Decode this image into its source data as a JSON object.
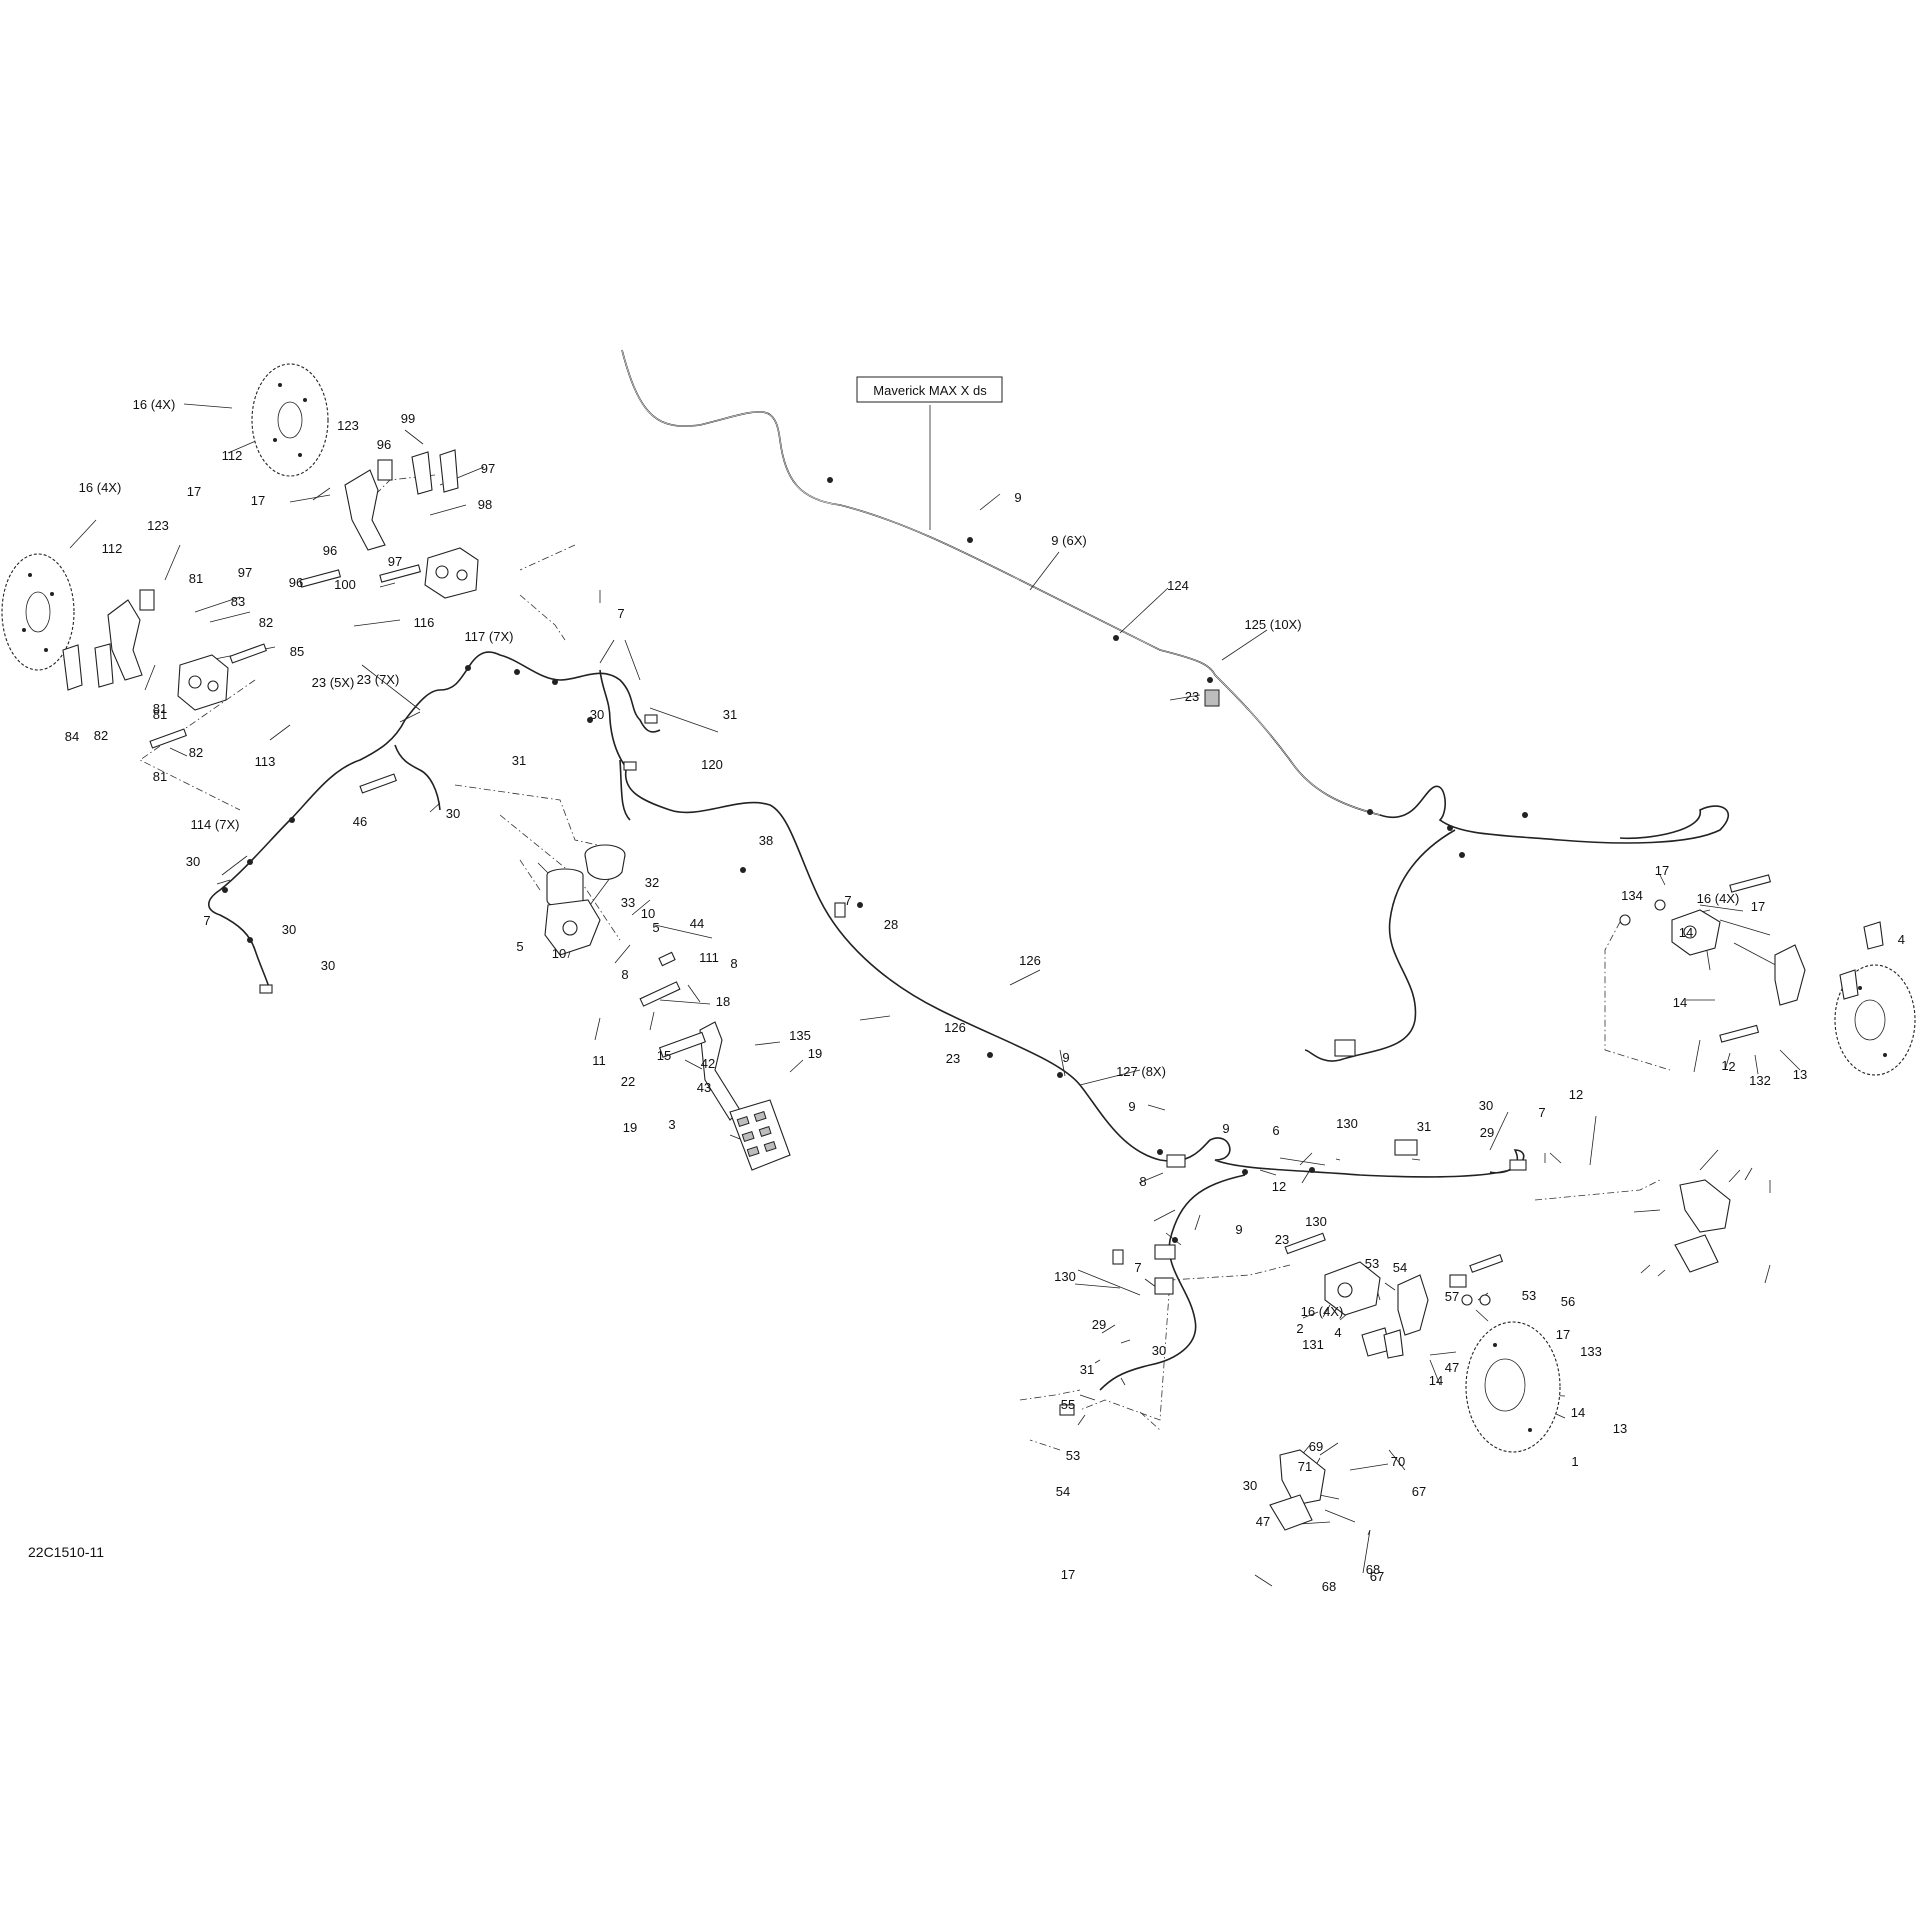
{
  "diagram": {
    "drawing_number": "22C1510-11",
    "model_note": "Maverick MAX X ds",
    "callouts": [
      "16 (4X)",
      "112",
      "99",
      "123",
      "96",
      "97",
      "17",
      "98",
      "16 (4X)",
      "123",
      "17",
      "112",
      "96",
      "97",
      "97",
      "96",
      "100",
      "81",
      "83",
      "82",
      "81",
      "85",
      "81",
      "84",
      "82",
      "82",
      "81",
      "116",
      "117 (7X)",
      "7",
      "23 (7X)",
      "23 (5X)",
      "31",
      "30",
      "120",
      "113",
      "114 (7X)",
      "46",
      "30",
      "30",
      "7",
      "30",
      "30",
      "31",
      "32",
      "33",
      "5",
      "5",
      "10",
      "10",
      "44",
      "8",
      "111",
      "18",
      "8",
      "135",
      "11",
      "22",
      "15",
      "42",
      "19",
      "3",
      "43",
      "19",
      "38",
      "7",
      "28",
      "9",
      "9 (6X)",
      "124",
      "125 (10X)",
      "23",
      "126",
      "126",
      "9",
      "127 (8X)",
      "23",
      "9",
      "9",
      "12",
      "6",
      "130",
      "130",
      "31",
      "30",
      "29",
      "7",
      "12",
      "8",
      "9",
      "23",
      "130",
      "7",
      "29",
      "31",
      "30",
      "55",
      "53",
      "54",
      "17",
      "53",
      "54",
      "57",
      "53",
      "56",
      "17",
      "47",
      "16 (4X)",
      "4",
      "14",
      "14",
      "133",
      "2",
      "131",
      "1",
      "13",
      "69",
      "71",
      "70",
      "30",
      "67",
      "47",
      "68",
      "67",
      "68",
      "17",
      "17",
      "16 (4X)",
      "134",
      "14",
      "4",
      "14",
      "2",
      "132",
      "1",
      "13"
    ]
  }
}
